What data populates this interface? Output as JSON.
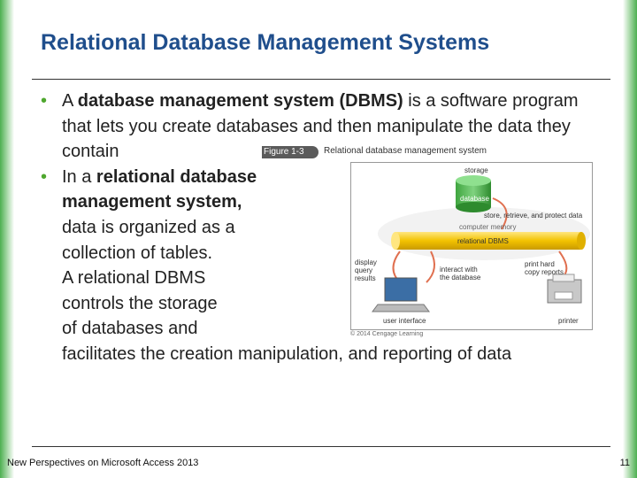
{
  "slide": {
    "title": "Relational Database Management Systems",
    "bullet1": {
      "prefix": "A ",
      "bold": "database management system (DBMS)",
      "rest": " is a software program that lets you create databases and then manipulate the data they contain"
    },
    "bullet2": {
      "prefix": "In a ",
      "bold": "relational  database management system,",
      "rest_lines": [
        "data is organized as a",
        "collection of tables.",
        "A relational DBMS",
        "controls the storage",
        "of databases and",
        "facilitates the creation manipulation, and reporting of data"
      ]
    }
  },
  "figure": {
    "tag": "Figure 1-3",
    "caption": "Relational database management system",
    "labels": {
      "storage": "storage",
      "database": "database",
      "store": "store, retrieve, and protect data",
      "memory": "computer memory",
      "dbms": "relational DBMS",
      "display": "display query results",
      "interact": "interact with the database",
      "print": "print hard copy reports",
      "user_interface": "user interface",
      "printer": "printer"
    },
    "credit": "© 2014 Cengage Learning"
  },
  "footer": {
    "left": "New Perspectives on Microsoft Access 2013",
    "page": "11"
  }
}
